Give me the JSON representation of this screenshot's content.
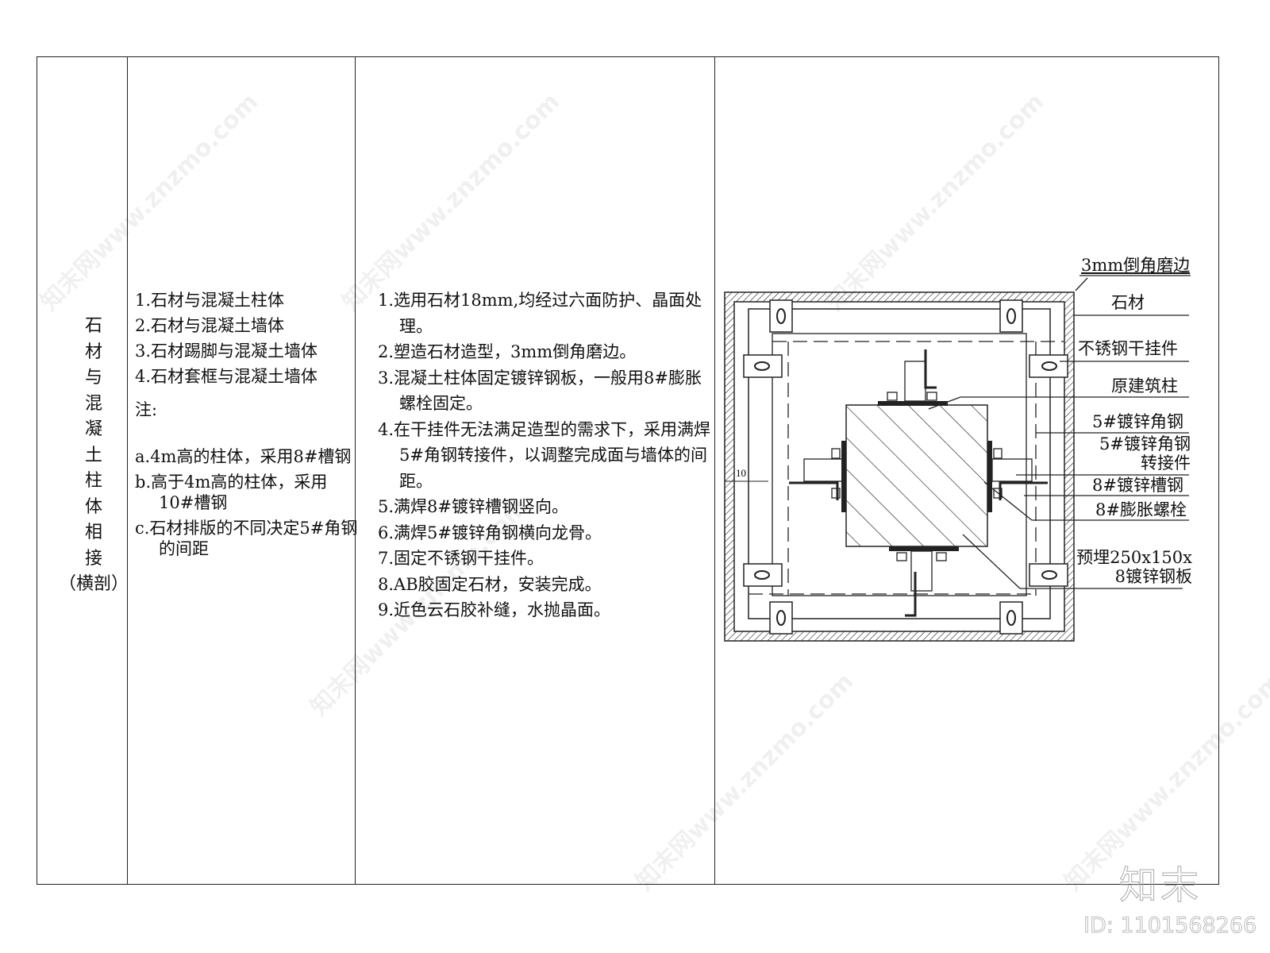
{
  "title_column": {
    "chars": [
      "石",
      "材",
      "与",
      "混",
      "凝",
      "土",
      "柱",
      "体",
      "相",
      "接"
    ],
    "suffix": "（横剖）"
  },
  "scope_column": {
    "items": [
      "1.石材与混凝土柱体",
      "2.石材与混凝土墙体",
      "3.石材踢脚与混凝土墙体",
      "4.石材套框与混凝土墙体"
    ],
    "note_label": "注:",
    "notes": [
      "a.4m高的柱体，采用8#槽钢",
      "b.高于4m高的柱体，采用10#槽钢",
      "c.石材排版的不同决定5#角钢的间距"
    ]
  },
  "steps_column": {
    "steps": [
      "1.选用石材18mm,均经过六面防护、晶面处理。",
      "2.塑造石材造型，3mm倒角磨边。",
      "3.混凝土柱体固定镀锌钢板，一般用8#膨胀螺栓固定。",
      "4.在干挂件无法满足造型的需求下，采用满焊5#角钢转接件，以调整完成面与墙体的间距。",
      "5.满焊8#镀锌槽钢竖向。",
      "6.满焊5#镀锌角钢横向龙骨。",
      "7.固定不锈钢干挂件。",
      "8.AB胶固定石材，安装完成。",
      "9.近色云石胶补缝，水抛晶面。"
    ]
  },
  "diagram": {
    "dimension_label": "10",
    "callouts": [
      "3mm倒角磨边",
      "石材",
      "不锈钢干挂件",
      "原建筑柱",
      "5#镀锌角钢",
      "5#镀锌角钢转接件",
      "8#镀锌槽钢",
      "8#膨胀螺栓",
      "预埋250x150x8镀锌钢板"
    ],
    "callout_lines": {
      "c5a": "5#镀锌角钢",
      "c5b": "转接件",
      "c9a": "预埋250x150x",
      "c9b": "8镀锌钢板"
    }
  },
  "watermark": {
    "logo": "知末",
    "id": "ID: 1101568266",
    "site": "知末网www.znzmo.com"
  }
}
